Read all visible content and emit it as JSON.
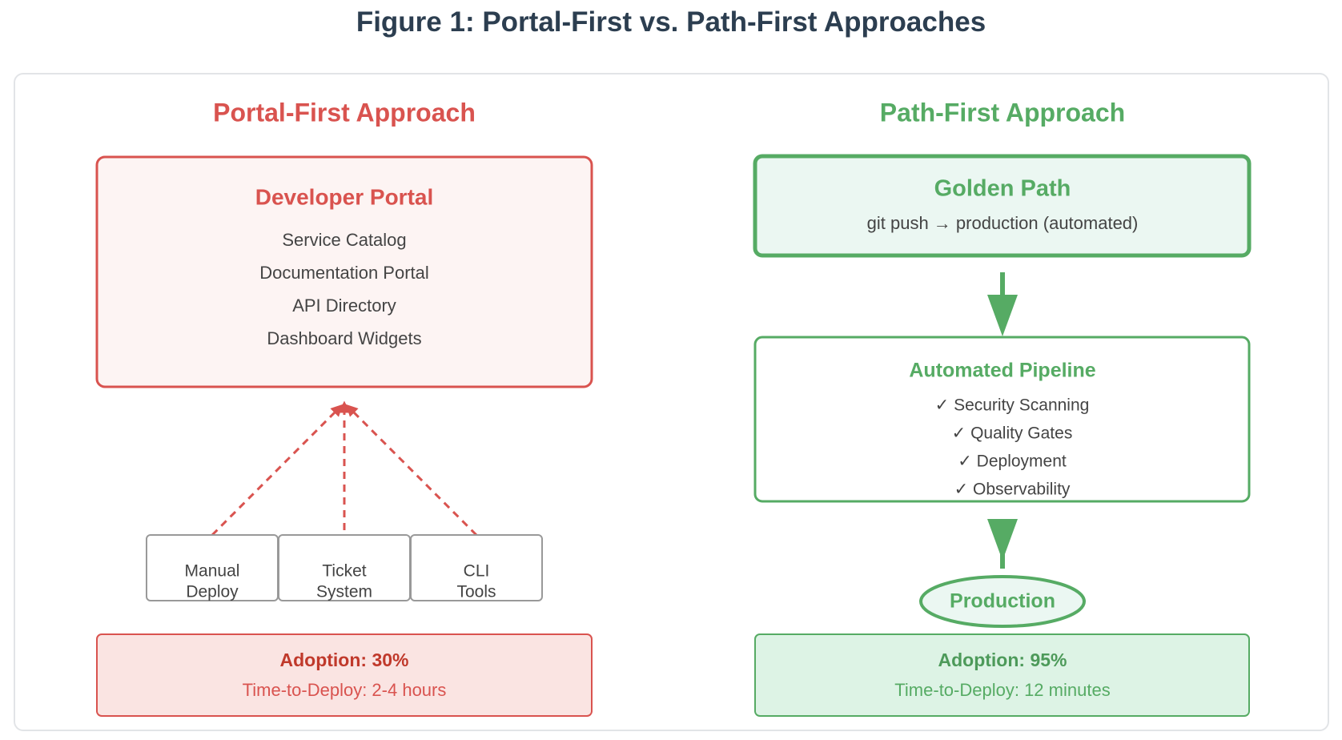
{
  "figure": {
    "title": "Figure 1: Portal-First vs. Path-First Approaches"
  },
  "colors": {
    "portal_accent": "#d9534f",
    "portal_dark": "#c0392b",
    "portal_fill": "#fdf4f3",
    "portal_stats_fill": "#fae4e2",
    "path_accent": "#56ab64",
    "path_fill": "#ebf7f2",
    "path_stats_fill": "#ddf3e5",
    "text_dark": "#2c3e50",
    "text_body": "#444444",
    "tool_border": "#999999"
  },
  "portal_first": {
    "heading": "Portal-First Approach",
    "portal_box": {
      "title": "Developer Portal",
      "items": [
        "Service Catalog",
        "Documentation Portal",
        "API Directory",
        "Dashboard Widgets"
      ]
    },
    "tools": [
      {
        "line1": "Manual",
        "line2": "Deploy"
      },
      {
        "line1": "Ticket",
        "line2": "System"
      },
      {
        "line1": "CLI",
        "line2": "Tools"
      }
    ],
    "stats": {
      "adoption": "Adoption: 30%",
      "time_to_deploy": "Time-to-Deploy: 2-4 hours"
    }
  },
  "path_first": {
    "heading": "Path-First Approach",
    "golden_path": {
      "title": "Golden Path",
      "subtitle": "git push → production (automated)"
    },
    "pipeline": {
      "title": "Automated Pipeline",
      "items": [
        "✓ Security Scanning",
        "✓ Quality Gates",
        "✓ Deployment",
        "✓ Observability"
      ]
    },
    "production": {
      "label": "Production"
    },
    "stats": {
      "adoption": "Adoption: 95%",
      "time_to_deploy": "Time-to-Deploy: 12 minutes"
    }
  }
}
